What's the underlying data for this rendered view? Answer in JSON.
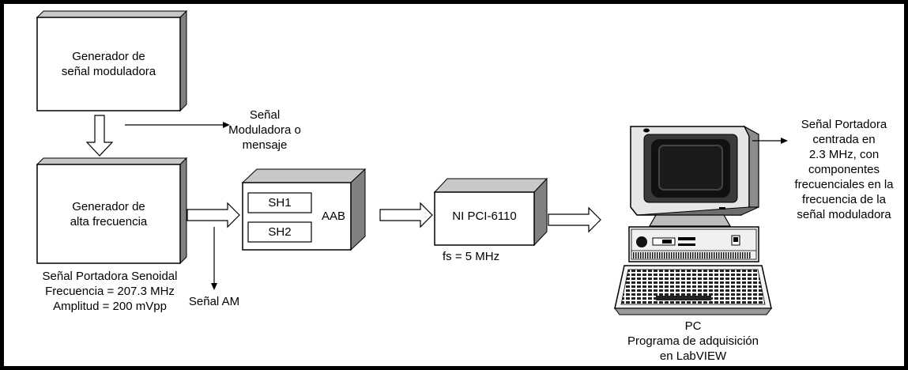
{
  "blocks": {
    "modulating_generator": {
      "lines": [
        "Generador de",
        "señal moduladora"
      ]
    },
    "high_freq_generator": {
      "lines": [
        "Generador de",
        "alta frecuencia"
      ]
    },
    "aab": {
      "label": "AAB",
      "sh1": "SH1",
      "sh2": "SH2"
    },
    "daq": {
      "label": "NI PCI-6110",
      "fs": "fs = 5 MHz"
    }
  },
  "annotations": {
    "modulating_signal": [
      "Señal",
      "Moduladora o",
      "mensaje"
    ],
    "carrier_signal": [
      "Señal Portadora Senoidal",
      "Frecuencia = 207.3 MHz",
      "Amplitud = 200 mVpp"
    ],
    "am_signal": "Señal AM",
    "output_signal": [
      "Señal Portadora",
      "centrada en",
      "2.3 MHz, con",
      "componentes",
      "frecuenciales en la",
      "frecuencia de la",
      "señal moduladora"
    ],
    "pc": [
      "PC",
      "Programa de adquisición",
      "en LabVIEW"
    ]
  }
}
